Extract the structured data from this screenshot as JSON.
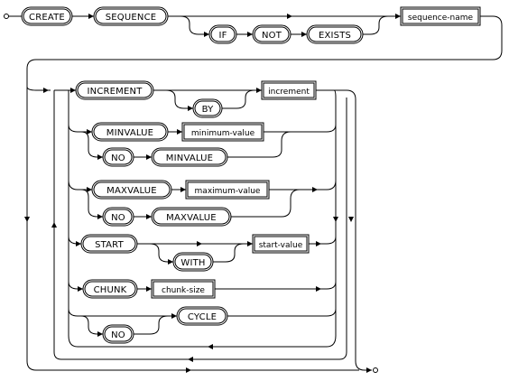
{
  "diagram": {
    "keywords": {
      "create": "CREATE",
      "sequence": "SEQUENCE",
      "if": "IF",
      "not": "NOT",
      "exists": "EXISTS",
      "increment": "INCREMENT",
      "by": "BY",
      "minvalue": "MINVALUE",
      "no_min": "NO",
      "minvalue_2": "MINVALUE",
      "maxvalue": "MAXVALUE",
      "no_max": "NO",
      "maxvalue_2": "MAXVALUE",
      "start": "START",
      "with": "WITH",
      "chunk": "CHUNK",
      "cycle": "CYCLE",
      "no_cycle": "NO"
    },
    "variables": {
      "sequence_name": "sequence-name",
      "increment": "increment",
      "minimum_value": "minimum-value",
      "maximum_value": "maximum-value",
      "start_value": "start-value",
      "chunk_size": "chunk-size"
    }
  }
}
